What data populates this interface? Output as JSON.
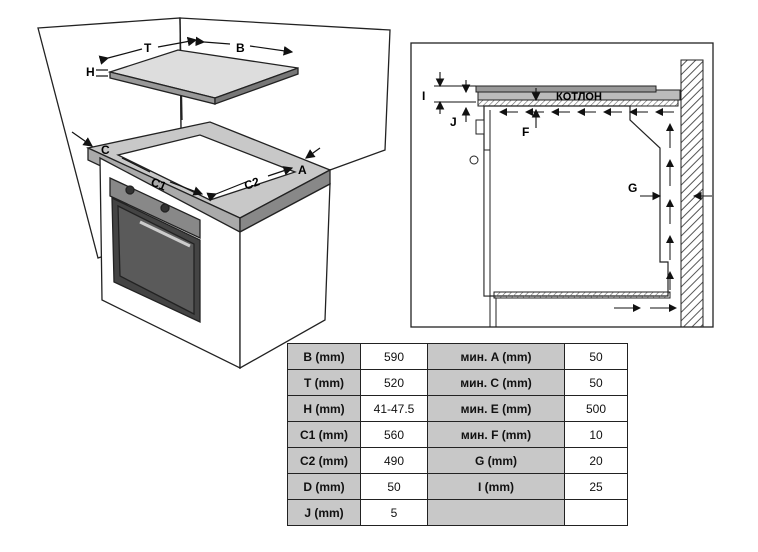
{
  "diagram_labels": {
    "T": "T",
    "B": "B",
    "H": "H",
    "C": "C",
    "C1": "C1",
    "C2": "C2",
    "A": "A",
    "I": "I",
    "J": "J",
    "F": "F",
    "G": "G",
    "hob_word": "КОТЛОН"
  },
  "table": {
    "rows": [
      {
        "l1": "B (mm)",
        "v1": "590",
        "l2": "мин. A (mm)",
        "v2": "50"
      },
      {
        "l1": "T (mm)",
        "v1": "520",
        "l2": "мин. C (mm)",
        "v2": "50"
      },
      {
        "l1": "H (mm)",
        "v1": "41-47.5",
        "l2": "мин. E (mm)",
        "v2": "500"
      },
      {
        "l1": "C1 (mm)",
        "v1": "560",
        "l2": "мин. F (mm)",
        "v2": "10"
      },
      {
        "l1": "C2 (mm)",
        "v1": "490",
        "l2": "G (mm)",
        "v2": "20"
      },
      {
        "l1": "D (mm)",
        "v1": "50",
        "l2": "I (mm)",
        "v2": "25"
      },
      {
        "l1": "J (mm)",
        "v1": "5",
        "l2": "",
        "v2": ""
      }
    ]
  },
  "colors": {
    "hatch": "#555555",
    "table_header_bg": "#c8c8c8",
    "line": "#222222"
  }
}
